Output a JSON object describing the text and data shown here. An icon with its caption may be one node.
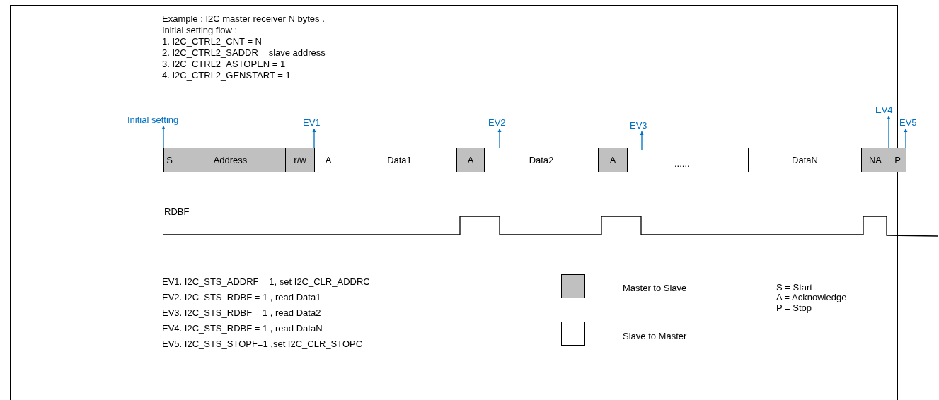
{
  "diagram": {
    "nodes": [
      {
        "text": [
          "Initial setting"
        ]
      },
      {
        "text": [
          "EV1"
        ]
      },
      {
        "text": [
          "EV2"
        ]
      },
      {
        "text": [
          "EV3"
        ]
      },
      {
        "text": [
          "EV4"
        ]
      },
      {
        "text": [
          "EV5"
        ]
      },
      {
        "text": [
          "S"
        ]
      },
      {
        "text": [
          "Address"
        ]
      },
      {
        "text": [
          "r/w"
        ]
      },
      {
        "text": [
          "A"
        ]
      },
      {
        "text": [
          "Data1"
        ]
      },
      {
        "text": [
          "A"
        ]
      },
      {
        "text": [
          "Data2"
        ]
      },
      {
        "text": [
          "A"
        ]
      },
      {
        "text": [
          "DataN"
        ]
      },
      {
        "text": [
          "NA"
        ]
      },
      {
        "text": [
          "P"
        ]
      }
    ],
    "edges": [
      {
        "from": 6,
        "to": 0,
        "arrow": "to"
      },
      {
        "from": 9,
        "to": 1,
        "arrow": "to"
      },
      {
        "from": 12,
        "to": 2,
        "arrow": "to"
      },
      {
        "from": null,
        "to": 3,
        "arrow": "to"
      },
      {
        "from": 16,
        "to": 4,
        "arrow": "to"
      },
      {
        "from": 16,
        "to": 5,
        "arrow": "to"
      }
    ],
    "labels": [
      "Example : I2C  master receiver N  bytes  .",
      "Initial setting flow :",
      "1. I2C_CTRL2_CNT = N",
      "2. I2C_CTRL2_SADDR = slave address",
      "3. I2C_CTRL2_ASTOPEN = 1",
      "4. I2C_CTRL2_GENSTART = 1",
      "......",
      "RDBF",
      "EV1. I2C_STS_ADDRF = 1, set I2C_CLR_ADDRC",
      "EV2. I2C_STS_RDBF = 1 , read Data1",
      "EV3. I2C_STS_RDBF = 1 , read Data2",
      "EV4. I2C_STS_RDBF = 1 , read DataN",
      "EV5. I2C_STS_STOPF=1 ,set I2C_CLR_STOPC",
      "S = Start",
      "A = Acknowledge",
      "P = Stop"
    ],
    "legend": [
      {
        "text": "Master to Slave",
        "color": "#c0c0c0"
      },
      {
        "text": "Slave to Master",
        "color": "#ffffff"
      }
    ]
  }
}
